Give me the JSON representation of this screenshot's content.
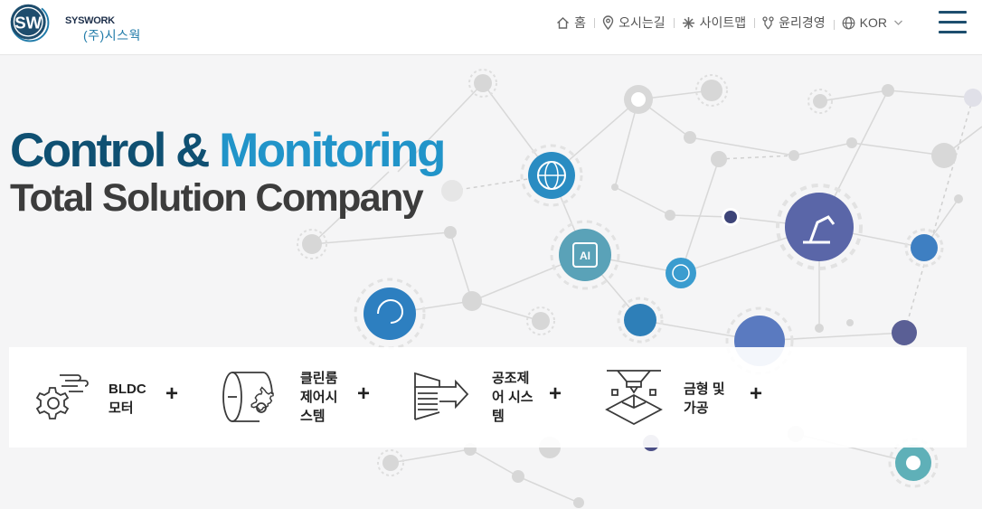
{
  "logo": {
    "name_en": "SYSWORK",
    "name_ko": "(주)시스웍",
    "mark": "SW"
  },
  "nav": [
    {
      "label": "홈",
      "icon": "home-icon"
    },
    {
      "label": "오시는길",
      "icon": "location-pin-icon"
    },
    {
      "label": "사이트맵",
      "icon": "sitemap-icon"
    },
    {
      "label": "윤리경영",
      "icon": "ethics-icon"
    },
    {
      "label": "KOR",
      "icon": "globe-icon"
    }
  ],
  "hero": {
    "line1_part1": "Control & ",
    "line1_part2": "Monitoring",
    "line2": "Total Solution Company"
  },
  "features": [
    {
      "label": "BLDC 모터",
      "icon": "motor-gear-icon"
    },
    {
      "label": "클린룸 제어시 스템",
      "icon": "cleanroom-control-icon"
    },
    {
      "label": "공조제 어 시스템",
      "icon": "hvac-system-icon"
    },
    {
      "label": "금형 및 가공",
      "icon": "mold-processing-icon"
    }
  ],
  "feature_separator": "+",
  "colors": {
    "brand_dark": "#0f5072",
    "brand_light": "#2194c9",
    "text_dark": "#3c3c3c"
  }
}
